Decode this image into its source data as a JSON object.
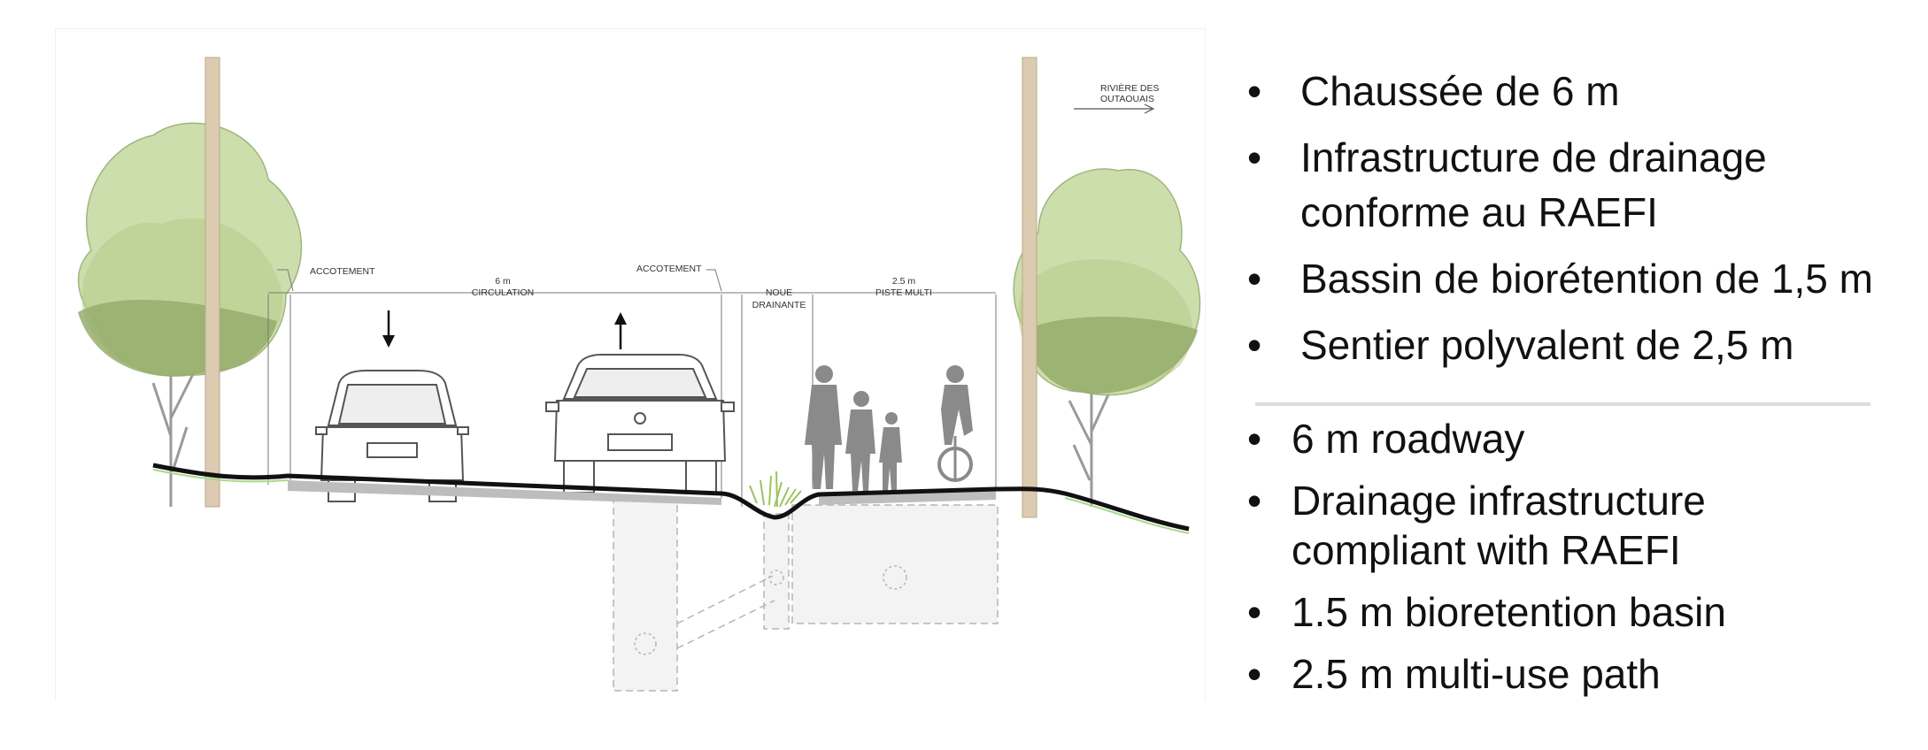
{
  "diagram": {
    "labels": {
      "left_shoulder": "ACCOTEMENT",
      "circulation_width": "6 m",
      "circulation": "CIRCULATION",
      "right_shoulder": "ACCOTEMENT",
      "swale_line1": "NOUE",
      "swale_line2": "DRAINANTE",
      "path_width": "2.5 m",
      "path": "PISTE MULTI",
      "river_line1": "RIVIÈRE DES",
      "river_line2": "OUTAOUAIS"
    },
    "colors": {
      "tree_light": "#c6d8a0",
      "tree_mid": "#a9c27a",
      "tree_dark": "#8fa866",
      "pole": "#dccbb0",
      "road": "#111111",
      "people": "#8a8a8a",
      "underground": "#f2f2f2"
    },
    "icons": [
      "deciduous-tree-icon",
      "utility-pole-icon",
      "car-rear-icon",
      "suv-front-icon",
      "arrow-down-icon",
      "arrow-up-icon",
      "pedestrian-family-icon",
      "cyclist-icon",
      "grass-swale-icon",
      "arrow-right-icon"
    ]
  },
  "french_bullets": [
    "Chaussée de 6 m",
    "Infrastructure de drainage conforme au RAEFI",
    "Bassin de biorétention de 1,5 m",
    "Sentier polyvalent de 2,5 m"
  ],
  "english_bullets": [
    "6 m roadway",
    "Drainage infrastructure compliant with RAEFI",
    "1.5 m bioretention basin",
    "2.5 m multi-use path"
  ]
}
